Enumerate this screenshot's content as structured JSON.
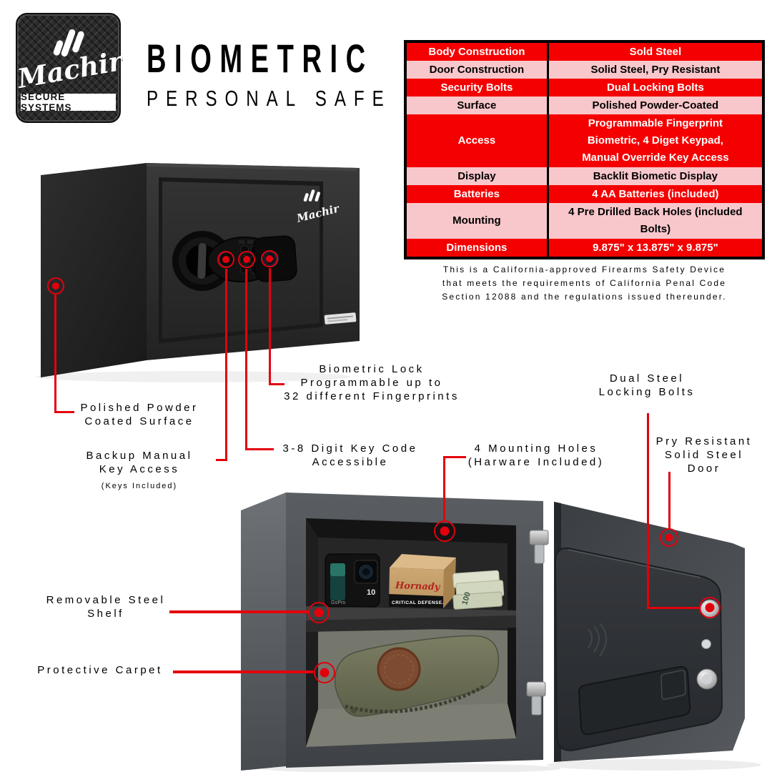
{
  "logo": {
    "brand_script": "Machir",
    "tagline": "SECURE SYSTEMS"
  },
  "title": {
    "line1": "BIOMETRIC",
    "line2": "PERSONAL SAFE"
  },
  "spec_table": {
    "red": "#f50000",
    "pink": "#f8c7cb",
    "rows": [
      {
        "label": "Body Construction",
        "value": "Sold Steel"
      },
      {
        "label": "Door Construction",
        "value": "Solid Steel, Pry Resistant"
      },
      {
        "label": "Security Bolts",
        "value": "Dual Locking Bolts"
      },
      {
        "label": "Surface",
        "value": "Polished Powder-Coated"
      },
      {
        "label": "Access",
        "value": "Programmable Fingerprint\nBiometric, 4 Diget Keypad,\nManual Override Key Access"
      },
      {
        "label": "Display",
        "value": "Backlit Biometic Display"
      },
      {
        "label": "Batteries",
        "value": "4 AA Batteries (included)"
      },
      {
        "label": "Mounting",
        "value": "4 Pre Drilled Back Holes (included\nBolts)"
      },
      {
        "label": "Dimensions",
        "value": "9.875\" x 13.875\" x 9.875\""
      }
    ]
  },
  "disclaimer": {
    "line1": "This is a California-approved Firearms Safety Device",
    "line2": "that meets the requirements of California Penal Code",
    "line3": "Section 12088 and the regulations issued thereunder."
  },
  "callouts": {
    "powder": {
      "line1": "Polished Powder",
      "line2": "Coated Surface"
    },
    "backup": {
      "line1": "Backup Manual",
      "line2": "Key Access",
      "note": "(Keys Included)"
    },
    "biometric": {
      "line1": "Biometric Lock",
      "line2": "Programmable up to",
      "line3": "32 different Fingerprints"
    },
    "keycode": {
      "line1": "3-8 Digit Key Code",
      "line2": "Accessible"
    },
    "mounting": {
      "line1": "4 Mounting Holes",
      "line2": "(Harware Included)"
    },
    "bolts": {
      "line1": "Dual Steel",
      "line2": "Locking Bolts"
    },
    "door": {
      "line1": "Pry Resistant",
      "line2": "Solid Steel",
      "line3": "Door"
    },
    "shelf": {
      "line1": "Removable Steel",
      "line2": "Shelf"
    },
    "carpet": {
      "line1": "Protective Carpet"
    }
  },
  "safe_closed": {
    "door_logo": "Machir"
  },
  "safe_open": {
    "camera_model": "10",
    "camera_brand": "GoPro",
    "ammo_brand": "Hornady",
    "ammo_line": "CRITICAL DEFENSE.",
    "cash_denomination": "100"
  },
  "accent_red": "#e3000d"
}
